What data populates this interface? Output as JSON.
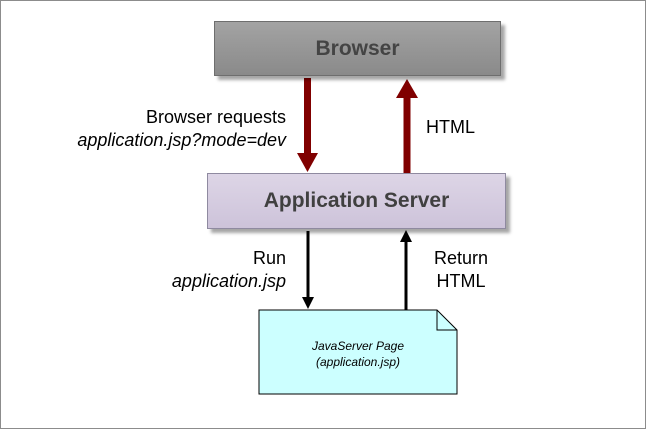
{
  "nodes": {
    "browser": "Browser",
    "server": "Application Server",
    "jsp": {
      "line1": "JavaServer Page",
      "line2": "(application.jsp)"
    }
  },
  "edges": {
    "request": {
      "line1": "Browser requests",
      "line2": "application.jsp?mode=dev"
    },
    "response": "HTML",
    "run": {
      "line1": "Run",
      "line2": "application.jsp"
    },
    "return": {
      "line1": "Return",
      "line2": "HTML"
    }
  },
  "colors": {
    "http_arrow": "#800000",
    "internal_arrow": "#000000",
    "jsp_fill": "#ccffff",
    "browser_fill": "#8c8c8c",
    "server_fill": "#d4cbe0"
  }
}
